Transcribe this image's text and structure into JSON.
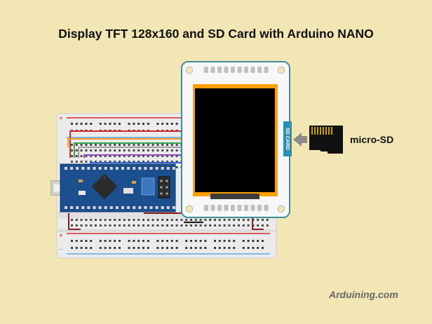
{
  "title": "Display TFT 128x160 and SD Card with Arduino NANO",
  "sd_slot_label": "SD CARD",
  "card_label": "micro-SD",
  "brand": "Arduining.com",
  "colors": {
    "background": "#f2e6b4",
    "breadboard": "#ebebeb",
    "arduino_board": "#1b4f8e",
    "tft_pcb": "#f7f7f7",
    "tft_border": "#3c8f96",
    "screen_frame": "#ff9f00",
    "screen": "#000000",
    "wire_red": "#d32a2a",
    "wire_orange": "#f09a2a",
    "wire_green": "#3aa84a",
    "wire_gray": "#9e9e9e",
    "wire_purple": "#8e4bc0",
    "wire_blue": "#2e5fd6",
    "wire_black": "#222222",
    "arrow": "#8c8c8c",
    "micro_sd": "#111111",
    "micro_sd_pins": "#c9a100"
  }
}
